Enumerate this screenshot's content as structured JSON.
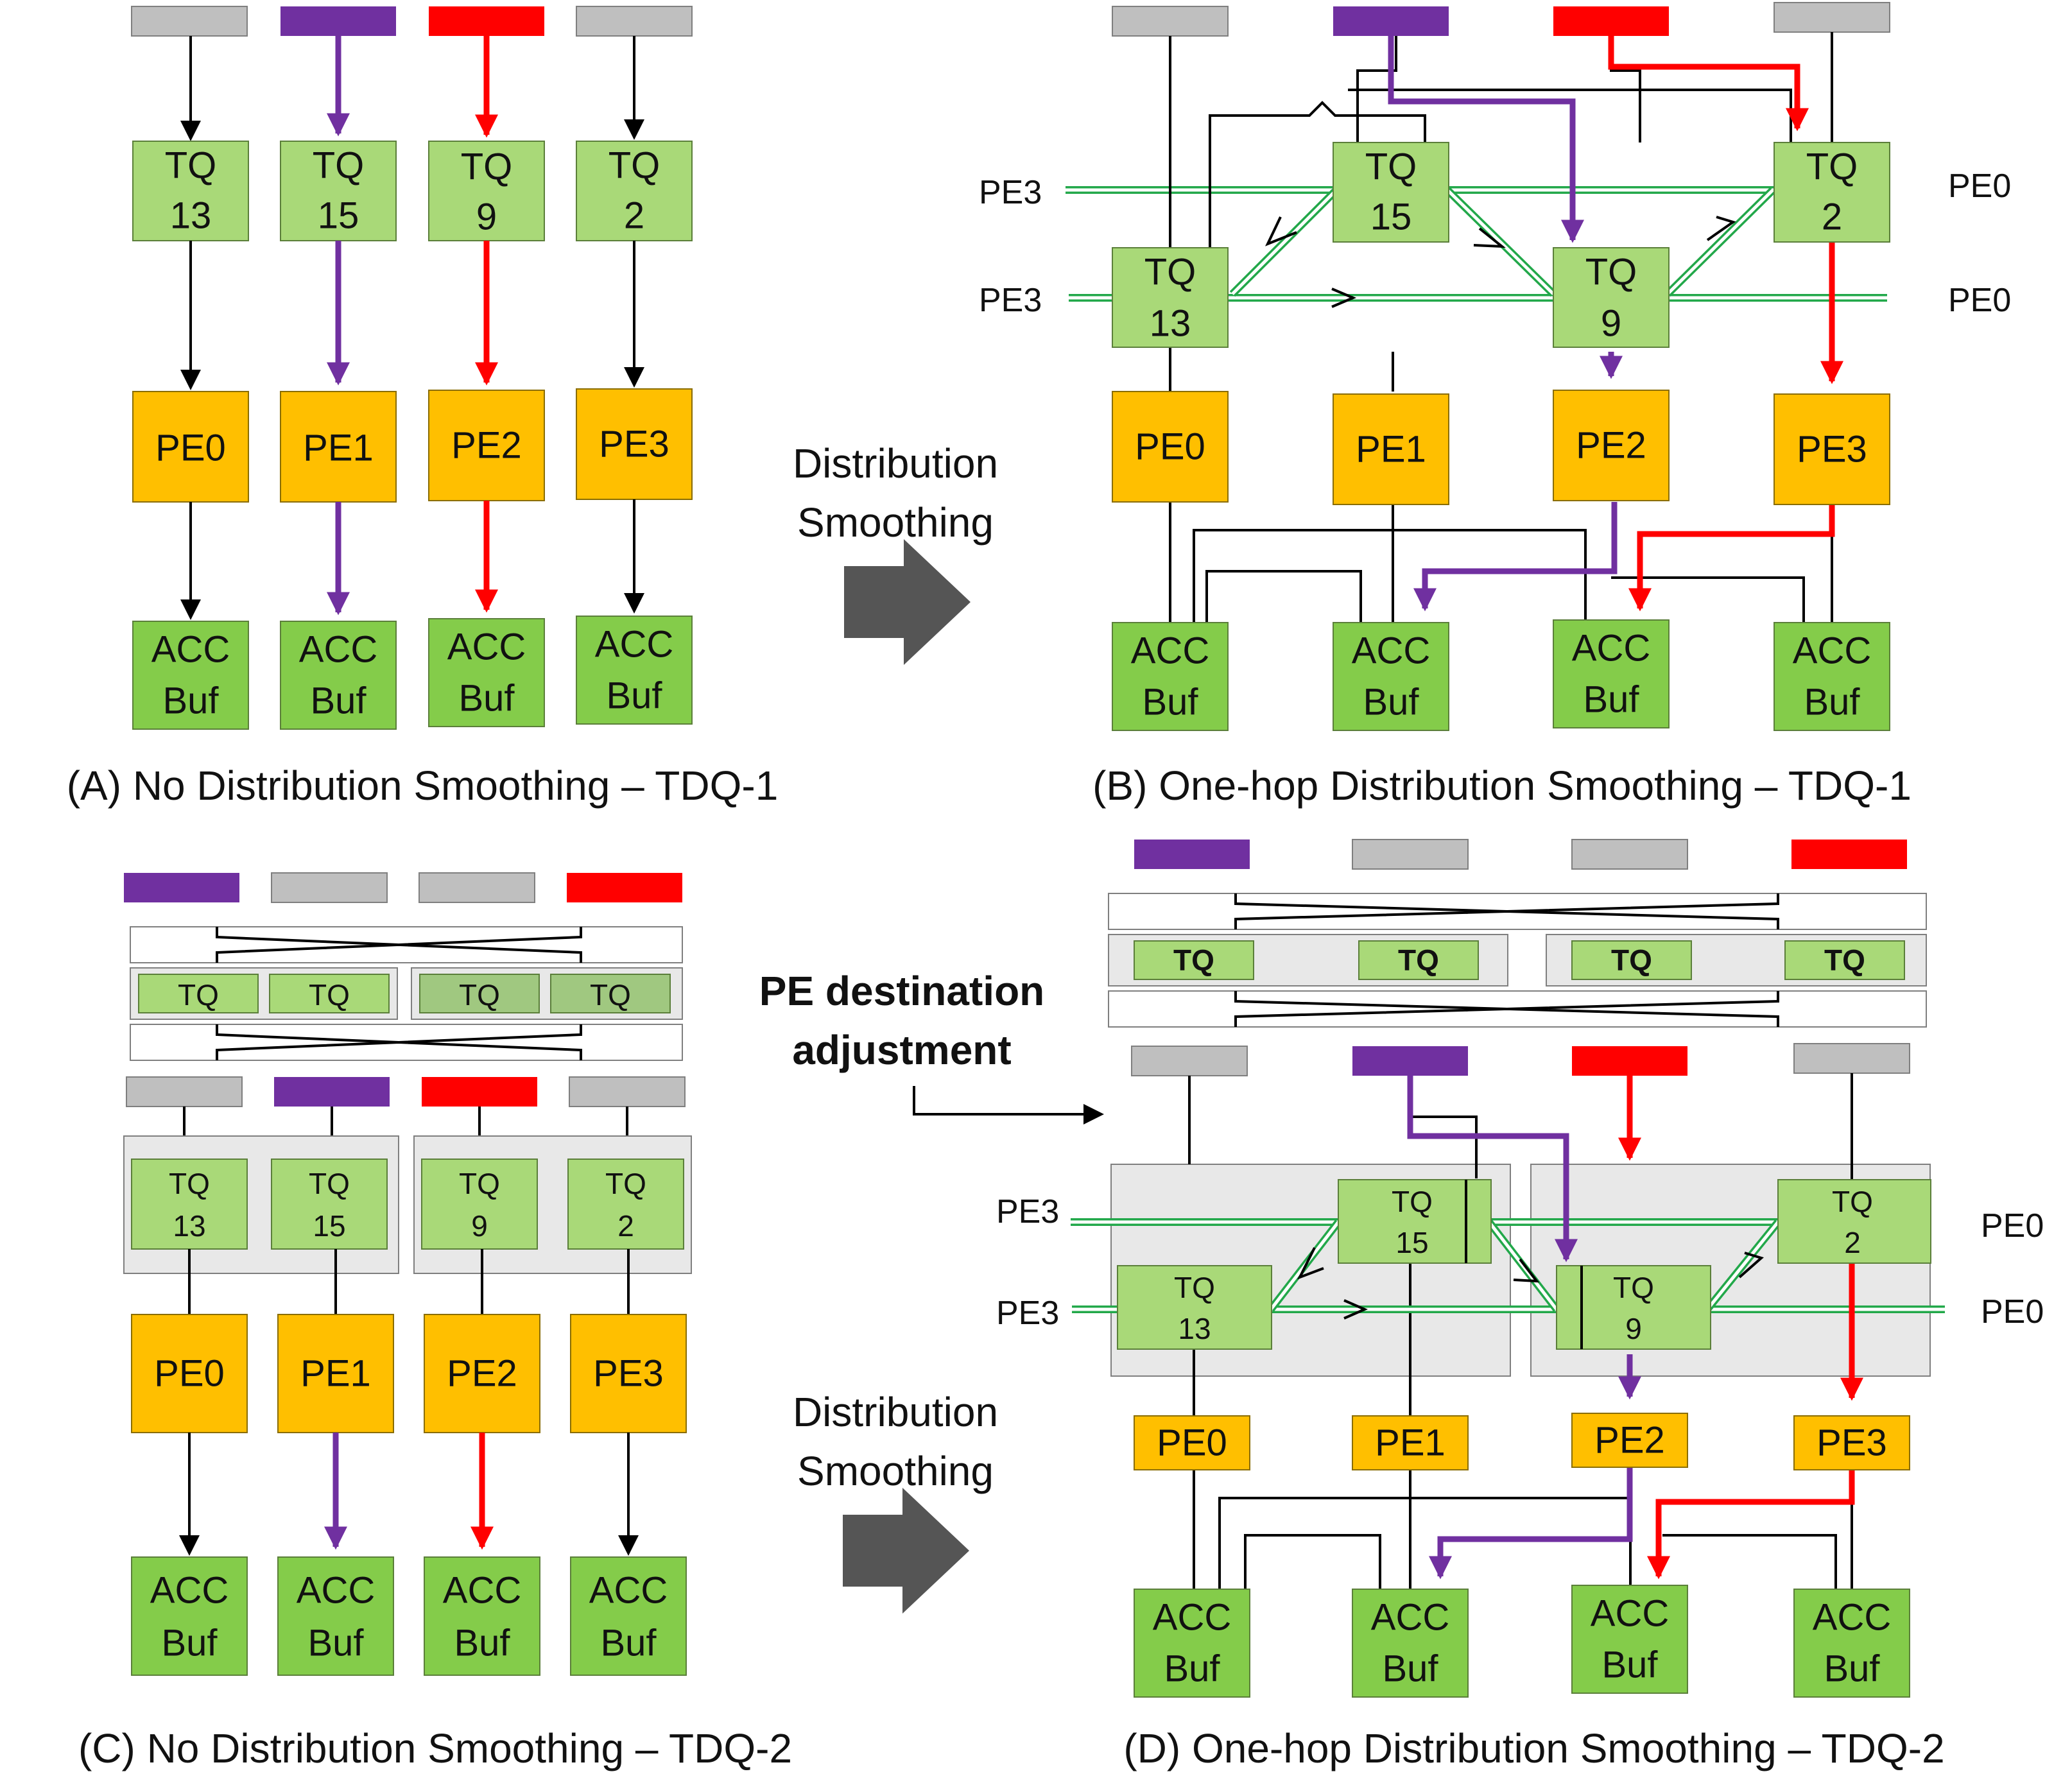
{
  "colors": {
    "purple": "#7030a0",
    "red": "#ff0000",
    "gray": "#bfbfbf",
    "tq_green": "#a9d978",
    "pe_orange": "#ffbf00",
    "acc_green": "#84cc4a",
    "ring_green": "#22a84a",
    "arrow_gray": "#555555"
  },
  "labels": {
    "tq": "TQ",
    "acc": "ACC",
    "buf": "Buf",
    "pe0": "PE0",
    "pe1": "PE1",
    "pe2": "PE2",
    "pe3": "PE3",
    "tq_ids": [
      "13",
      "15",
      "9",
      "2"
    ]
  },
  "middle": {
    "smoothing_line1": "Distribution",
    "smoothing_line2": "Smoothing",
    "pe_dest_line1": "PE destination",
    "pe_dest_line2": "adjustment"
  },
  "panels": {
    "a": {
      "caption": "(A) No Distribution Smoothing – TDQ-1"
    },
    "b": {
      "caption": "(B) One-hop Distribution Smoothing – TDQ-1"
    },
    "c": {
      "caption": "(C) No Distribution Smoothing – TDQ-2"
    },
    "d": {
      "caption": "(D) One-hop Distribution Smoothing – TDQ-2"
    }
  }
}
